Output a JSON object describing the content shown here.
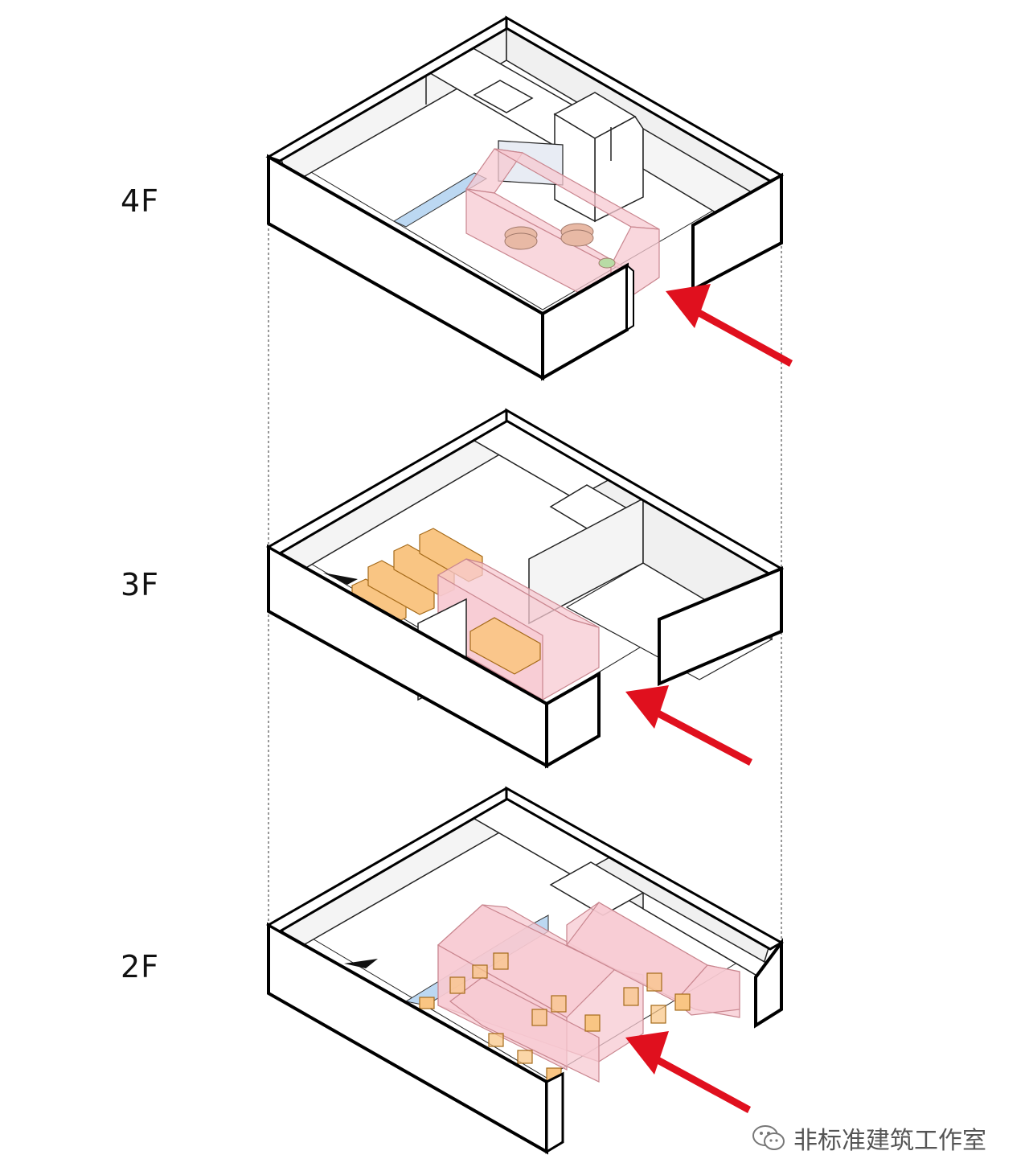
{
  "floors": [
    {
      "label": "4F"
    },
    {
      "label": "3F"
    },
    {
      "label": "2F"
    }
  ],
  "watermark": {
    "text": "非标准建筑工作室",
    "icon": "wechat-icon"
  },
  "colors": {
    "outline": "#000000",
    "wall_fill": "#ffffff",
    "inner_wall": "#f3f3f3",
    "volume_fill": "#f7c9d1",
    "volume_stroke": "#c9868f",
    "furniture_fill": "#f9c583",
    "furniture_stroke": "#a56a19",
    "water_fill": "#bcd8f2",
    "arrow": "#e0101e"
  }
}
